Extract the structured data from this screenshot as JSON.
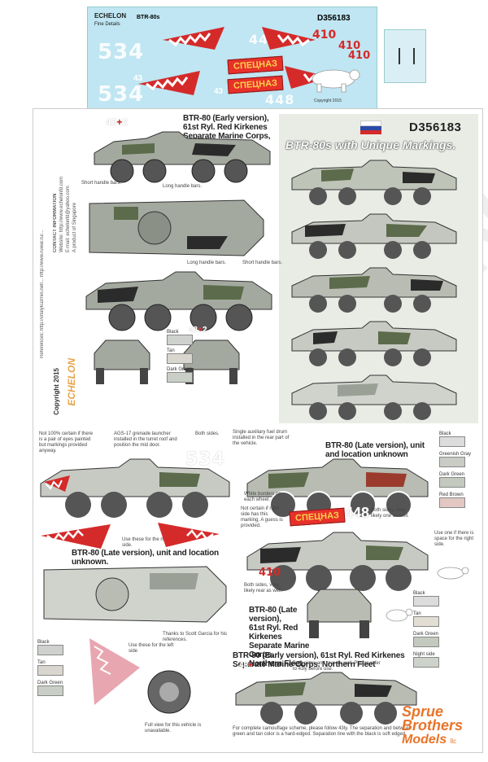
{
  "sheet": {
    "brand": "ECHELON",
    "brand_sub": "Fine Details",
    "title": "BTR-80s",
    "code": "D356183",
    "numbers_white": [
      "534",
      "534",
      "448",
      "448"
    ],
    "number_small_a": "43",
    "number_small_b": "43",
    "numbers_red": [
      "410",
      "410",
      "410"
    ],
    "banner_a": "СПЕЦНАЗ",
    "banner_b": "СПЕЦНАЗ",
    "copyright": "Copyright 2015"
  },
  "page": {
    "code": "D356183",
    "title": "BTR-80s with Unique Markings.",
    "left_title": "BTR-80 (Early version),",
    "left_sub1": "61st Ryl. Red Kirkenes Separate Marine Corps, Northern Fleet.",
    "label_long_handle": "Long handle bars.",
    "label_short_handle": "Short handle bars.",
    "label_long_handle_b": "Long handle bars.",
    "label_short_handle_b": "Short handle bars.",
    "left_swatch_labels": [
      "Black",
      "Tan",
      "Dark Green"
    ],
    "left_vertical_ref": "References: http://vitalykuzmin.net/... http://www.ruwar.ru/...",
    "contact_title": "CONTACT INFORMATION",
    "contact_web": "Website: http://www.echelonfd.com",
    "contact_email": "E-mail: echelonfd@yahoo.com",
    "contact_note": "A product of Singapore",
    "echelon_brand": "ECHELON",
    "echelon_copyright": "Copyright 2015",
    "mid_left_note": "Not 100% certain if there is a pair of eyes painted but markings provided anyway.",
    "mid_left_note2": "AGS-17 grenade launcher installed in the turret roof and position the mid door.",
    "mid_left_both": "Both sides.",
    "mid_use": "Use these for the right side.",
    "late_title": "BTR-80 (Late version), unit and location unknown.",
    "thanks": "Thanks to Scott Garcia for his references.",
    "use_left": "Use these for the left side",
    "full_view": "Full view for this vehicle is unavailable.",
    "right_single": "Single auxiliary fuel drum installed in the rear part of the vehicle.",
    "right_title": "BTR-80 (Late version), unit and location unknown",
    "right_white_borders": "White borders on each wheel.",
    "right_not_certain": "Not certain if right side has this marking, A guess is provided.",
    "right_both_sides": "Both sides, very likely one as well.",
    "right_swatch_labels": [
      "Black",
      "Greenish Gray",
      "Dark Green",
      "Red Brown"
    ],
    "red_410": "410",
    "m3_both": "Both sides, very likely rear as well.",
    "m3_title1": "BTR-80 (Late version),",
    "m3_title2": "61st Ryl. Red Kirkenes",
    "m3_title3": "Separate Marine Corps.",
    "m3_title4": "Northern Fleet.",
    "m3_use_right": "Use one if there is space for the right side.",
    "m3_swatch_labels": [
      "Black",
      "Tan",
      "Dark Green",
      "Night side"
    ],
    "bottom_title": "BTR-80 (Early version), 61st Ryl. Red Kirkenes Separate Marine Corps. Northern Fleet",
    "bottom_both": "Both sides and rear as well. Please refer to 43ly before use.",
    "bottom_note": "For complete camouflage scheme, please follow 43ly. The separation and between green and tan color is a hard-edged. Separation line with the black is soft edged.",
    "mid_swatch_labels": [
      "Black",
      "Tan",
      "Dark Green"
    ],
    "corner_brand1": "Sprue",
    "corner_brand2": "Brothers",
    "corner_brand3": "Models",
    "corner_brand4": "llc"
  },
  "colors": {
    "sheet_bg": "#bfe6f2",
    "red": "#d52a2a",
    "green_dark": "#5c6b4b",
    "tan": "#cfc6ad",
    "grey_green": "#a4a9a0",
    "red_brown": "#9a3b2e",
    "black": "#2b2b2b"
  }
}
